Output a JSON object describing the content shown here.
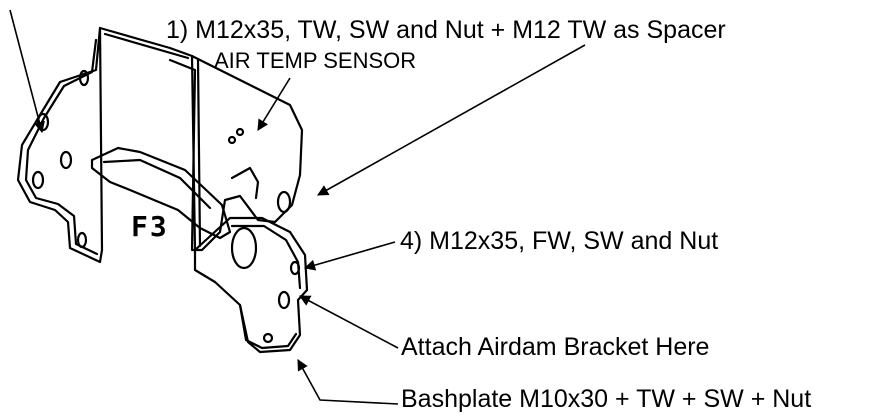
{
  "labels": {
    "callout_1": "1) M12x35, TW, SW and Nut + M12 TW as Spacer",
    "sensor": "AIR TEMP SENSOR",
    "callout_4": "4) M12x35, FW, SW and Nut",
    "airdam": "Attach Airdam Bracket Here",
    "bashplate": "Bashplate M10x30 + TW + SW + Nut"
  },
  "part_marking": "F3",
  "colors": {
    "line": "#000000",
    "background": "#ffffff"
  }
}
